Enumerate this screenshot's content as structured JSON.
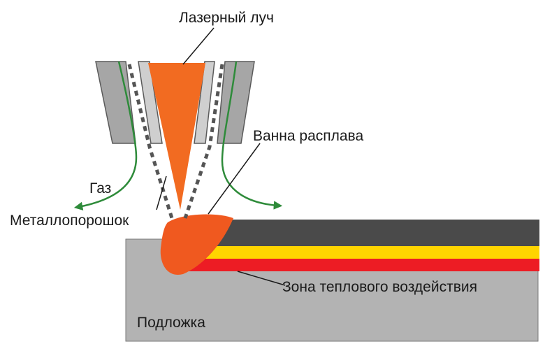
{
  "labels": {
    "laser_beam": "Лазерный луч",
    "melt_pool": "Ванна расплава",
    "gas": "Газ",
    "metal_powder": "Металлопорошок",
    "heat_zone": "Зона теплового воздействия",
    "substrate": "Подложка"
  },
  "colors": {
    "substrate": "#b3b3b3",
    "nozzle_outer": "#a6a6a6",
    "nozzle_inner": "#cfcfcf",
    "laser": "#f26b21",
    "melt_pool": "#f0591f",
    "dark_layer": "#4a4a4a",
    "yellow_layer": "#ffd500",
    "red_layer": "#ed1c24",
    "gas_arrow": "#2e8b3a",
    "powder": "#555555"
  }
}
